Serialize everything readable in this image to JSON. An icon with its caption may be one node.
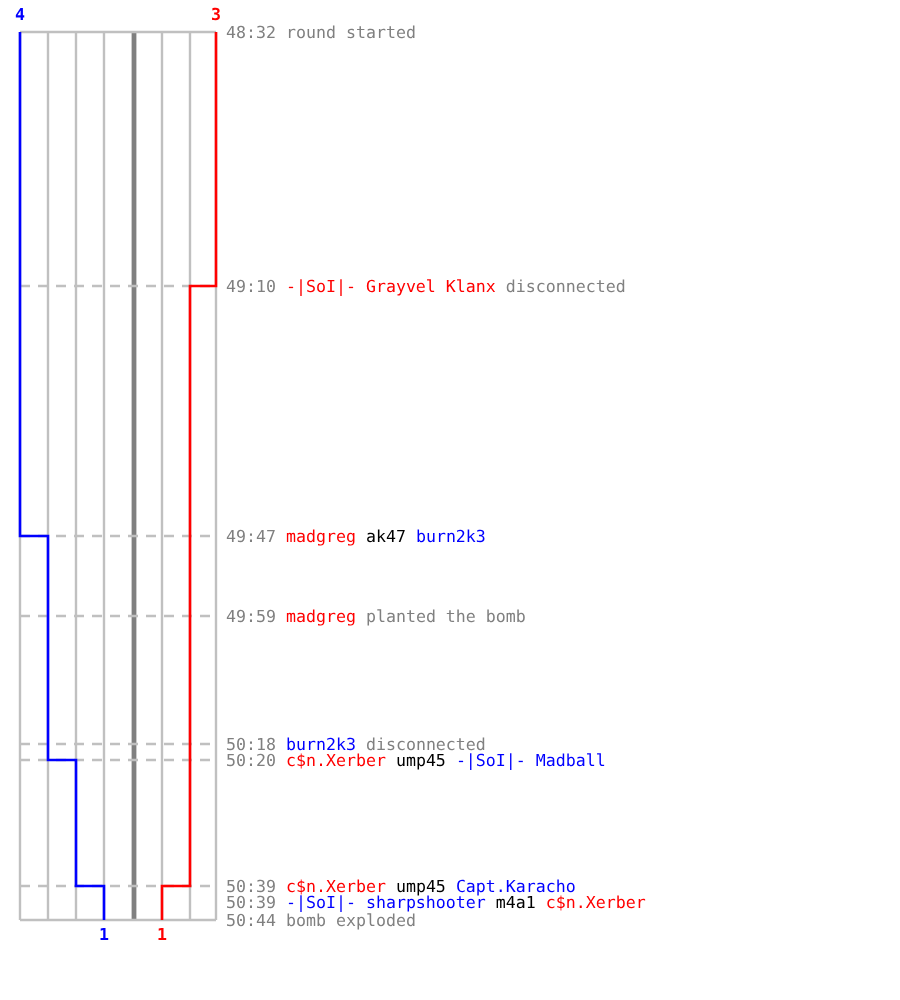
{
  "diagram": {
    "labels": [
      "4",
      "3",
      "48:32",
      "round started",
      "49:10",
      "-|SoI|- Grayvel Klanx",
      "disconnected",
      "49:47",
      "madgreg",
      "ak47",
      "burn2k3",
      "49:59",
      "madgreg",
      "planted the bomb",
      "50:18",
      "burn2k3",
      "disconnected",
      "50:20",
      "c$n.Xerber",
      "ump45",
      "-|SoI|- Madball",
      "50:39",
      "c$n.Xerber",
      "ump45",
      "Capt.Karacho",
      "50:39",
      "-|SoI|- sharpshooter",
      "m4a1",
      "c$n.Xerber",
      "50:44",
      "bomb exploded",
      "1",
      "1"
    ]
  }
}
